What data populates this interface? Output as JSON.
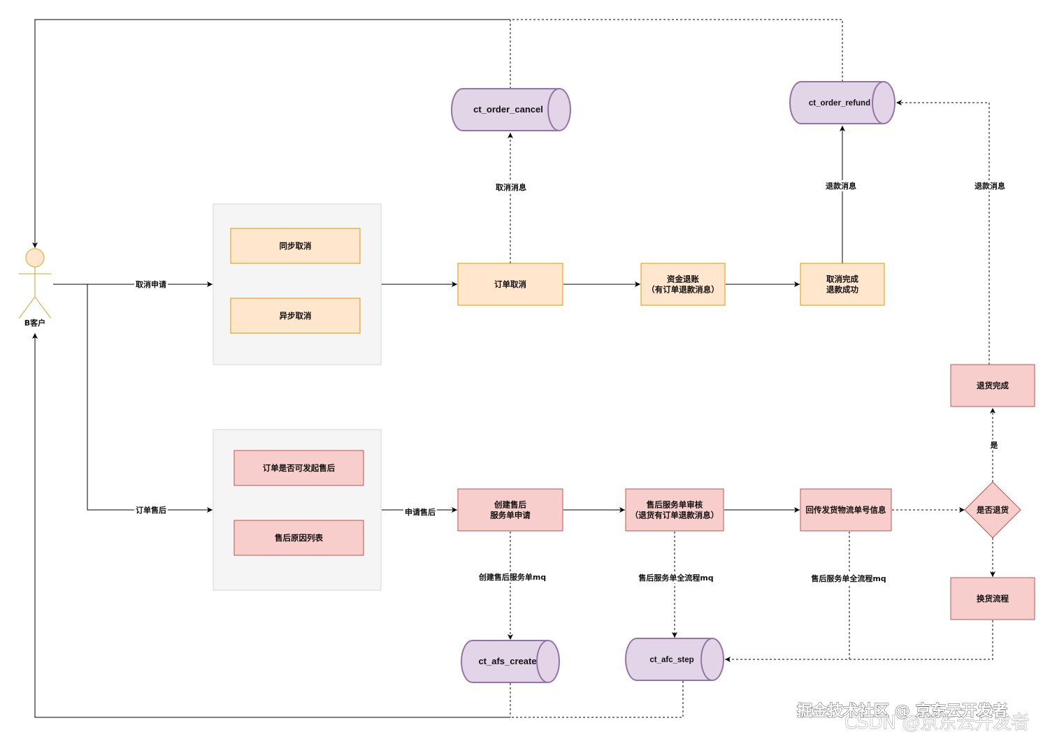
{
  "actor": {
    "label": "B客户"
  },
  "groups": {
    "cancel_group": {
      "items": [
        "同步取消",
        "异步取消"
      ]
    },
    "afs_group": {
      "items": [
        "订单是否可发起售后",
        "售后原因列表"
      ]
    }
  },
  "nodes": {
    "order_cancel": [
      "订单取消"
    ],
    "fund_refund": [
      "资金退账",
      "（有订单退款消息）"
    ],
    "cancel_done": [
      "取消完成",
      "退款成功"
    ],
    "create_afs": [
      "创建售后",
      "服务单申请"
    ],
    "afs_audit": [
      "售后服务单审核",
      "（退货有订单退款消息）"
    ],
    "upload_logistics": [
      "回传发货物流单号信息"
    ],
    "return_done": [
      "退货完成"
    ],
    "is_return": [
      "是否退货"
    ],
    "exchange_flow": [
      "换货流程"
    ]
  },
  "queues": {
    "ct_order_cancel": "ct_order_cancel",
    "ct_order_refund": "ct_order_refund",
    "ct_afs_create": "ct_afs_create",
    "ct_afc_step": "ct_afc_step"
  },
  "edge_labels": {
    "cancel_apply": "取消申请",
    "order_afs": "订单售后",
    "apply_afs": "申请售后",
    "cancel_msg": "取消消息",
    "refund_msg_1": "退款消息",
    "refund_msg_2": "退款消息",
    "yes": "是",
    "create_afs_mq": "创建售后服务单mq",
    "afs_flow_mq_1": "售后服务单全流程mq",
    "afs_flow_mq_2": "售后服务单全流程mq"
  },
  "watermark": {
    "line1": "掘金技术社区 @ 京东云开发者",
    "line2": "CSDN @京东云开发者"
  },
  "colors": {
    "orange_fill": "#ffe6cc",
    "orange_stroke": "#d79b00",
    "red_fill": "#f8cecc",
    "red_stroke": "#b85450",
    "purple_fill": "#e1d5e7",
    "purple_stroke": "#9673a6",
    "group_fill": "#f5f5f5",
    "group_stroke": "#d6d6d6",
    "actor_fill": "#ffe6cc",
    "actor_stroke": "#d6b656"
  }
}
